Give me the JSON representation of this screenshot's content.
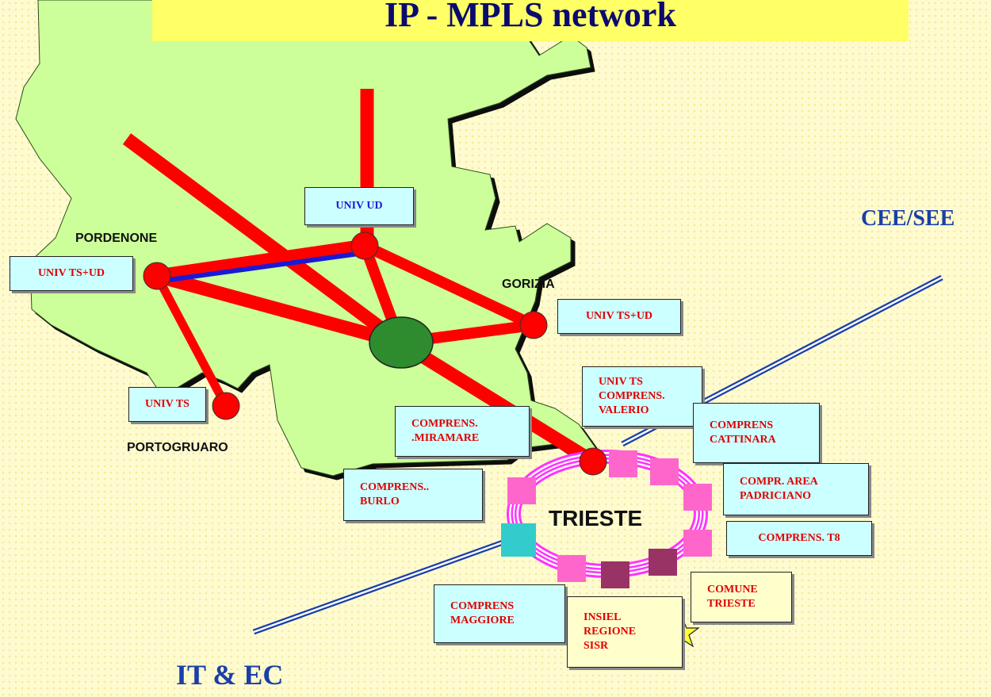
{
  "title": "IP - MPLS network",
  "regions": {
    "east": "CEE/SEE",
    "west": "IT & EC"
  },
  "cities": {
    "pordenone": "PORDENONE",
    "gorizia": "GORIZIA",
    "portogruaro": "PORTOGRUARO",
    "trieste": "TRIESTE"
  },
  "sites": {
    "univ_ud": "UNIV UD",
    "univ_ts_ud_pordenone": "UNIV TS+UD",
    "univ_ts_ud_gorizia": "UNIV TS+UD",
    "univ_ts_portogruaro": "UNIV TS",
    "univ_ts_valerio": "UNIV TS\nCOMPRENS.\nVALERIO",
    "miramare": "COMPRENS.\n.MIRAMARE",
    "burlo": "COMPRENS..\nBURLO",
    "cattinara": "COMPRENS\nCATTINARA",
    "padriciano": "COMPR. AREA\nPADRICIANO",
    "t8": "COMPRENS. T8",
    "maggiore": "COMPRENS\nMAGGIORE",
    "comune": "COMUNE\nTRIESTE",
    "insiel": "INSIEL\nREGIONE\nSISR"
  },
  "colors": {
    "land": "#ccff99",
    "link": "#ff0000",
    "core_node": "#2e8b2e",
    "ring": "#ff33ff",
    "ring_node": "#ff66cc",
    "ring_node_dark": "#993366",
    "ring_node_cyan": "#33cccc",
    "border_line": "#1a3fa8",
    "star": "#ffff33"
  }
}
